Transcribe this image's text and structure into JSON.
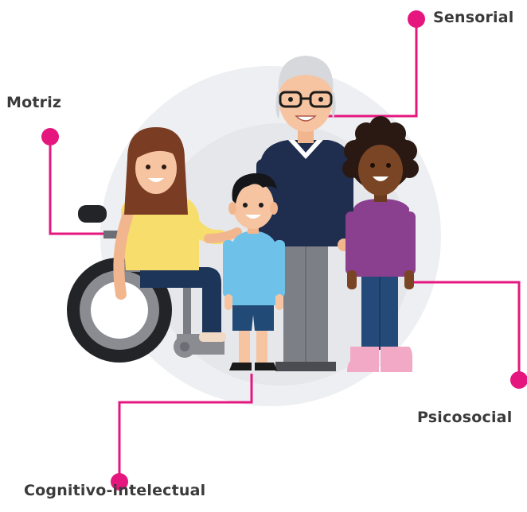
{
  "labels": {
    "sensorial": "Sensorial",
    "motriz": "Motriz",
    "psicosocial": "Psicosocial",
    "cognitivo": "Cognitivo-intelectual"
  },
  "colors": {
    "accent": "#e5177f",
    "background_circle": "#eeeff2",
    "inner_circle": "#e7e8ec",
    "label_text": "#3a3a3a"
  },
  "illustration": {
    "figures": [
      "woman-in-wheelchair",
      "boy",
      "elderly-man-with-glasses",
      "girl"
    ]
  }
}
